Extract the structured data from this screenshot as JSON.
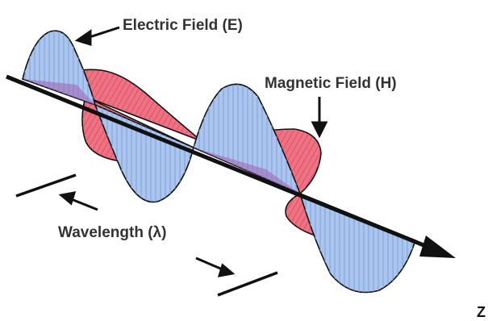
{
  "labels": {
    "electric_field": "Electric Field (E)",
    "magnetic_field": "Magnetic Field (H)",
    "wavelength": "Wavelength (λ)",
    "axis": "Z"
  },
  "colors": {
    "electric_fill": "#aac6ee",
    "magnetic_fill": "#f07282",
    "overlap_fill": "#a060b4",
    "outline": "#111111",
    "label_text": "#333333"
  }
}
